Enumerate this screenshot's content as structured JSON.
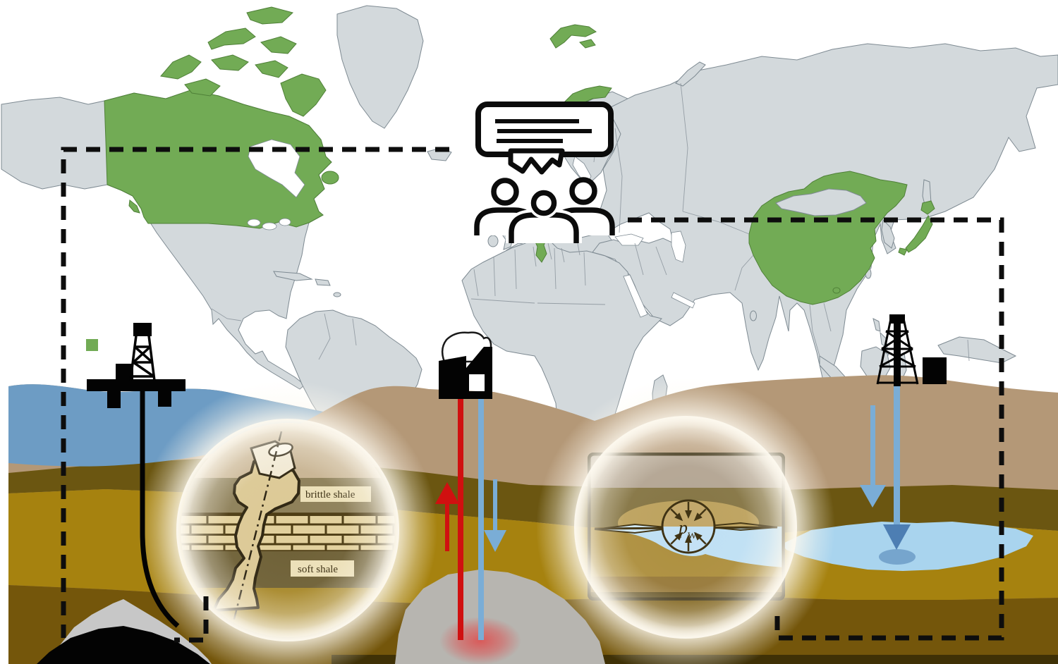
{
  "map": {
    "highlighted_countries": [
      "Canada",
      "Svalbard",
      "Norway",
      "Tunisia",
      "China",
      "Japan"
    ],
    "land_color": "#d3d9dc",
    "highlight_color": "#72ab55",
    "border_color": "#7e8a92",
    "ocean_color": "#ffffff"
  },
  "legend": {
    "swatch_color": "#72ab55"
  },
  "insets": {
    "shale": {
      "label_top": "brittle shale",
      "label_bottom": "soft shale"
    },
    "pressure": {
      "symbol": "p",
      "subscript": "W"
    }
  },
  "colors": {
    "sea": "#6d9cc4",
    "topsoil": "#b49877",
    "layer_dark_olive": "#6b5611",
    "layer_golden": "#a6820f",
    "layer_deep_olive": "#74560b",
    "bottom_shadow": "#3f3106",
    "aquifer": "#a9d4ee",
    "aquifer_deep": "#4d7eb3",
    "flow_cold": "#7aadd6",
    "flow_hot": "#d01010",
    "granite": "#b7b5b0",
    "granite_light": "#c7c7c7",
    "reservoir_black": "#030303"
  }
}
